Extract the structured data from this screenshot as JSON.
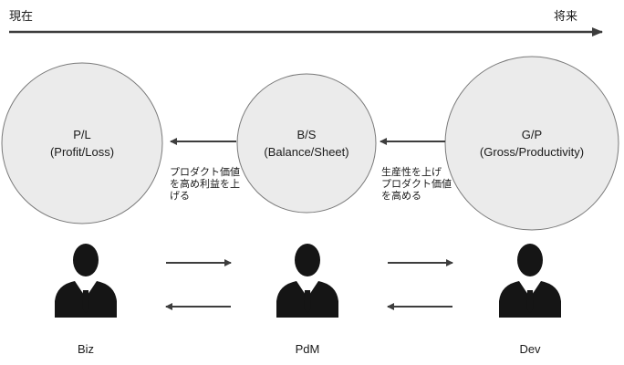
{
  "timeline": {
    "start_label": "現在",
    "end_label": "将来"
  },
  "metrics": [
    {
      "abbr": "P/L",
      "full": "(Profit/Loss)"
    },
    {
      "abbr": "B/S",
      "full": "(Balance/Sheet)"
    },
    {
      "abbr": "G/P",
      "full": "(Gross/Productivity)"
    }
  ],
  "notes": [
    {
      "lines": [
        "プロダクト価値",
        "を高め利益を上",
        "げる"
      ]
    },
    {
      "lines": [
        "生産性を上げ",
        "プロダクト価値",
        "を高める"
      ]
    }
  ],
  "roles": [
    {
      "name": "Biz"
    },
    {
      "name": "PdM"
    },
    {
      "name": "Dev"
    }
  ],
  "colors": {
    "line": "#3d3d3d",
    "circle_fill": "#ebebeb",
    "circle_stroke": "#7a7a7a",
    "person": "#151515"
  }
}
